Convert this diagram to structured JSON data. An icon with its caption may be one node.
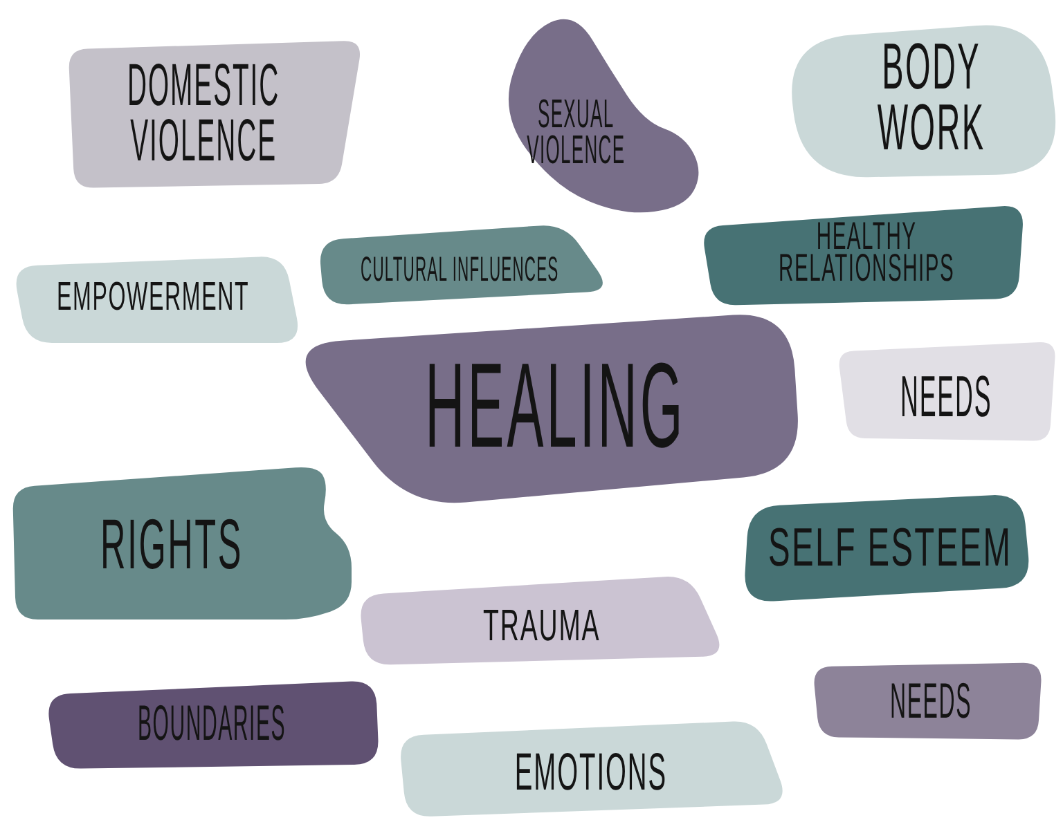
{
  "diagram": {
    "nodes": [
      {
        "text": [
          "DOMESTIC VIOLENCE"
        ]
      },
      {
        "text": [
          "SEXUAL VIOLENCE"
        ]
      },
      {
        "text": [
          "BODY WORK"
        ]
      },
      {
        "text": [
          "HEALTHY RELATIONSHIPS"
        ]
      },
      {
        "text": [
          "CULTURAL INFLUENCES"
        ]
      },
      {
        "text": [
          "EMPOWERMENT"
        ]
      },
      {
        "text": [
          "HEALING"
        ]
      },
      {
        "text": [
          "NEEDS"
        ]
      },
      {
        "text": [
          "RIGHTS"
        ]
      },
      {
        "text": [
          "SELF ESTEEM"
        ]
      },
      {
        "text": [
          "TRAUMA"
        ]
      },
      {
        "text": [
          "BOUNDARIES"
        ]
      },
      {
        "text": [
          "NEEDS"
        ]
      },
      {
        "text": [
          "EMOTIONS"
        ]
      }
    ]
  }
}
